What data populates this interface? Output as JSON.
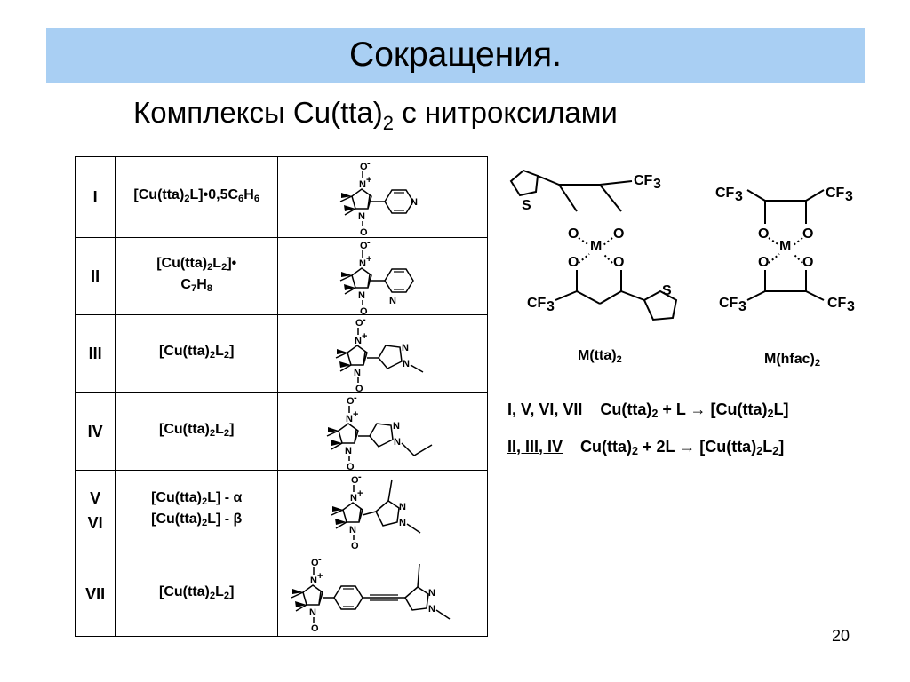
{
  "title": "Сокращения.",
  "subtitle": {
    "prefix": "Комплексы Cu(tta)",
    "sub": "2",
    "suffix": " с нитроксилами"
  },
  "rows": [
    {
      "num": "I",
      "formula_html": "[Cu(tta)<sub>2</sub>L]•0,5C<sub>6</sub>H<sub>6</sub>",
      "ligand": "pyridin-4-yl"
    },
    {
      "num": "II",
      "formula_html": "[Cu(tta)<sub>2</sub>L<sub>2</sub>]•<br>C<sub>7</sub>H<sub>8</sub>",
      "ligand": "pyridin-3-yl"
    },
    {
      "num": "III",
      "formula_html": "[Cu(tta)<sub>2</sub>L<sub>2</sub>]",
      "ligand": "1-methylpyrazol-4-yl"
    },
    {
      "num": "IV",
      "formula_html": "[Cu(tta)<sub>2</sub>L<sub>2</sub>]",
      "ligand": "1-ethylpyrazol-4-yl"
    },
    {
      "num": "V<br>VI",
      "formula_html": "[Cu(tta)<sub>2</sub>L] - α<br>[Cu(tta)<sub>2</sub>L] - β",
      "ligand": "1,3-dimethylpyrazol-4-yl"
    },
    {
      "num": "VII",
      "formula_html": "[Cu(tta)<sub>2</sub>L<sub>2</sub>]",
      "ligand": "phenylethynyl-pyrazolyl"
    }
  ],
  "captions": {
    "tta_html": "M(tta)<sub>2</sub>",
    "hfac_html": "M(hfac)<sub>2</sub>"
  },
  "reactions": [
    {
      "label": "I, V, VI, VII",
      "eq_html": "Cu(tta)<sub>2</sub> + L → [Cu(tta)<sub>2</sub>L]"
    },
    {
      "label": "II, III, IV",
      "eq_html": "Cu(tta)<sub>2</sub> + 2L → [Cu(tta)<sub>2</sub>L<sub>2</sub>]"
    }
  ],
  "atoms": {
    "O_minus": "O-",
    "N_plus": "N+",
    "N": "N",
    "O": "O",
    "S": "S",
    "M": "M",
    "CF3": "CF3",
    "O_dot": "O•"
  },
  "page_number": "20"
}
